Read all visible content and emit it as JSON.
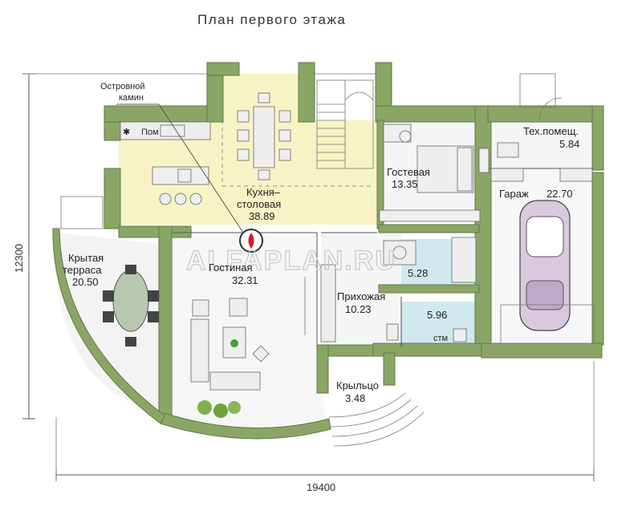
{
  "title": "План первого этажа",
  "watermark": "ALFAPLAN.RU",
  "callout": {
    "line1": "Островной",
    "line2": "камин"
  },
  "rooms": {
    "kitchen": {
      "name1": "Кухня–",
      "name2": "столовая",
      "area": "38.89"
    },
    "guest": {
      "name": "Гостевая",
      "area": "13.35"
    },
    "tech": {
      "name": "Тех.помещ.",
      "area": "5.84"
    },
    "garage": {
      "name": "Гараж",
      "area": "22.70"
    },
    "terrace": {
      "name1": "Крытая",
      "name2": "терраса",
      "area": "20.50"
    },
    "living": {
      "name": "Гостиная",
      "area": "32.31"
    },
    "hall": {
      "name": "Прихожая",
      "area": "10.23"
    },
    "bath1": {
      "area": "5.28"
    },
    "bath2": {
      "area": "5.96"
    },
    "porch": {
      "name": "Крыльцо",
      "area": "3.48"
    }
  },
  "labels": {
    "fridge": "Пом",
    "washer": "стм"
  },
  "dimensions": {
    "width": "19400",
    "height": "12300"
  },
  "colors": {
    "wall": "#8aa666",
    "kitchen_floor": "#f8f3c4",
    "bath_floor": "#cfe9ee",
    "floor": "#f4f4f4",
    "garage_car": "#d9c8e0"
  }
}
